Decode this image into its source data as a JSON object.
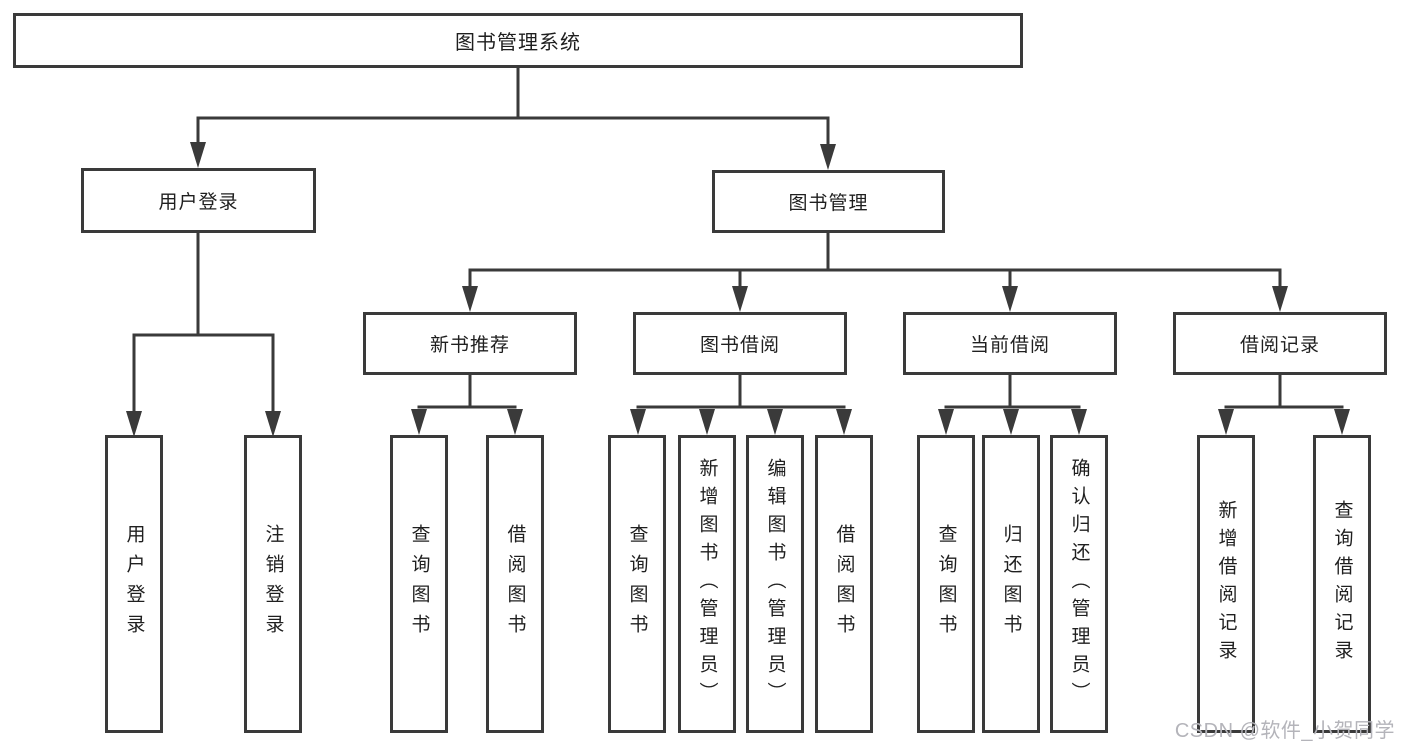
{
  "diagram": {
    "root": {
      "label": "图书管理系统"
    },
    "branches": [
      {
        "label": "用户登录",
        "children": [
          {
            "label": "用户登录"
          },
          {
            "label": "注销登录"
          }
        ]
      },
      {
        "label": "图书管理",
        "children": [
          {
            "label": "新书推荐",
            "children": [
              {
                "label": "查询图书"
              },
              {
                "label": "借阅图书"
              }
            ]
          },
          {
            "label": "图书借阅",
            "children": [
              {
                "label": "查询图书"
              },
              {
                "label": "新增图书（管理员）"
              },
              {
                "label": "编辑图书（管理员）"
              },
              {
                "label": "借阅图书"
              }
            ]
          },
          {
            "label": "当前借阅",
            "children": [
              {
                "label": "查询图书"
              },
              {
                "label": "归还图书"
              },
              {
                "label": "确认归还（管理员）"
              }
            ]
          },
          {
            "label": "借阅记录",
            "children": [
              {
                "label": "新增借阅记录"
              },
              {
                "label": "查询借阅记录"
              }
            ]
          }
        ]
      }
    ],
    "watermark": "CSDN @软件_小贺同学"
  },
  "colors": {
    "line": "#3a3a3a",
    "text": "#1f1f1f",
    "watermark": "#b4b4ba",
    "background": "#ffffff"
  }
}
